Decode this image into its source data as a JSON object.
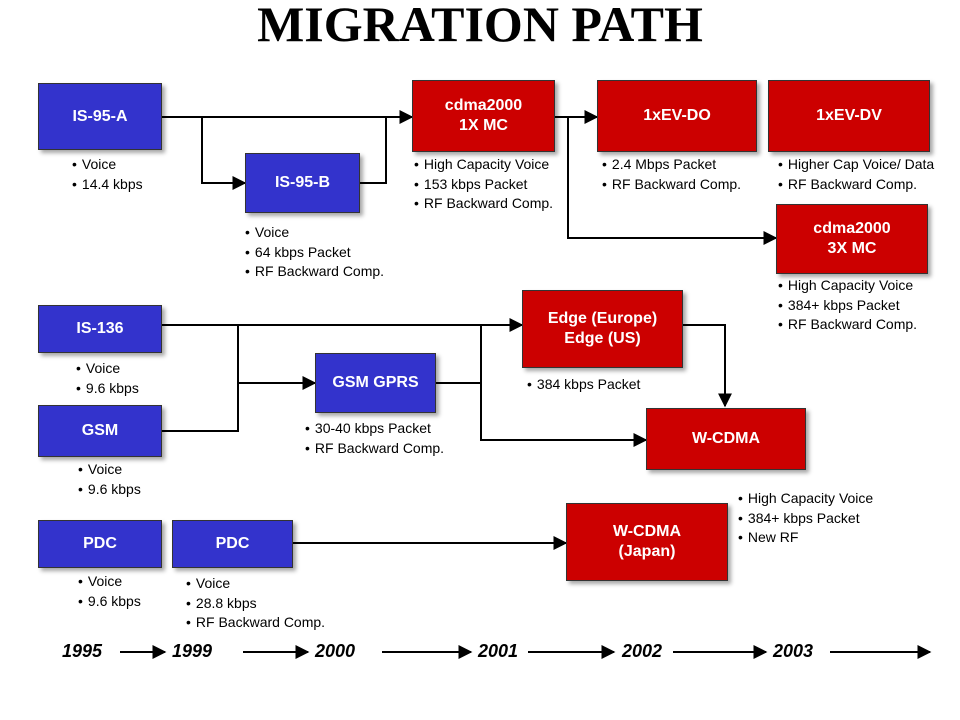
{
  "title": "MIGRATION PATH",
  "colors": {
    "cdma_blue": "#3333cc",
    "next_gen_red": "#cc0000"
  },
  "nodes": {
    "is95a": "IS-95-A",
    "is95b": "IS-95-B",
    "cdma2000_1x_l1": "cdma2000",
    "cdma2000_1x_l2": "1X MC",
    "ev_do": "1xEV-DO",
    "ev_dv": "1xEV-DV",
    "cdma2000_3x_l1": "cdma2000",
    "cdma2000_3x_l2": "3X MC",
    "is136": "IS-136",
    "gsm": "GSM",
    "gsm_gprs": "GSM GPRS",
    "edge_l1": "Edge (Europe)",
    "edge_l2": "Edge (US)",
    "wcdma": "W-CDMA",
    "pdc_1": "PDC",
    "pdc_2": "PDC",
    "wcdma_japan_l1": "W-CDMA",
    "wcdma_japan_l2": "(Japan)"
  },
  "notes": {
    "is95a": [
      "Voice",
      "14.4 kbps"
    ],
    "is95b": [
      "Voice",
      "64 kbps Packet",
      "RF Backward Comp."
    ],
    "cdma2000_1x": [
      "High Capacity Voice",
      "153 kbps Packet",
      "RF Backward Comp."
    ],
    "ev_do": [
      "2.4 Mbps Packet",
      "RF Backward Comp."
    ],
    "ev_dv": [
      "Higher Cap Voice/ Data",
      "RF Backward Comp."
    ],
    "cdma2000_3x": [
      "High Capacity Voice",
      "384+ kbps Packet",
      "RF Backward Comp."
    ],
    "is136": [
      "Voice",
      "9.6 kbps"
    ],
    "gsm": [
      "Voice",
      "9.6 kbps"
    ],
    "gsm_gprs": [
      "30-40 kbps Packet",
      "RF Backward Comp."
    ],
    "edge": [
      "384 kbps Packet"
    ],
    "wcdma": [
      "High Capacity Voice",
      "384+ kbps Packet",
      "New RF"
    ],
    "pdc_1": [
      "Voice",
      "9.6 kbps"
    ],
    "pdc_2": [
      "Voice",
      "28.8 kbps",
      "RF Backward Comp."
    ]
  },
  "timeline": [
    "1995",
    "1999",
    "2000",
    "2001",
    "2002",
    "2003"
  ]
}
